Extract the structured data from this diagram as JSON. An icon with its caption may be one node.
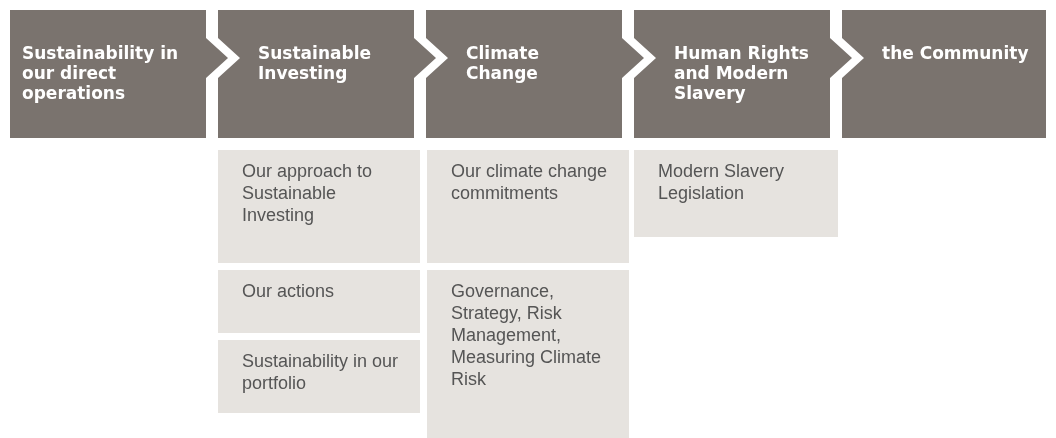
{
  "diagram": {
    "nodes": [
      {
        "text": [
          "Sustainability in our direct operations"
        ]
      },
      {
        "text": [
          "Sustainable Investing"
        ]
      },
      {
        "text": [
          "Climate Change"
        ]
      },
      {
        "text": [
          "Human Rights and Modern Slavery"
        ]
      },
      {
        "text": [
          "the Community"
        ]
      },
      {
        "text": [
          "Our approach to Sustainable Investing"
        ]
      },
      {
        "text": [
          "Our actions"
        ]
      },
      {
        "text": [
          "Sustainability in our portfolio"
        ]
      },
      {
        "text": [
          "Our climate change commitments"
        ]
      },
      {
        "text": [
          "Governance, Strategy, Risk Management, Measuring Climate Risk"
        ]
      },
      {
        "text": [
          "Modern Slavery Legislation"
        ]
      }
    ]
  }
}
